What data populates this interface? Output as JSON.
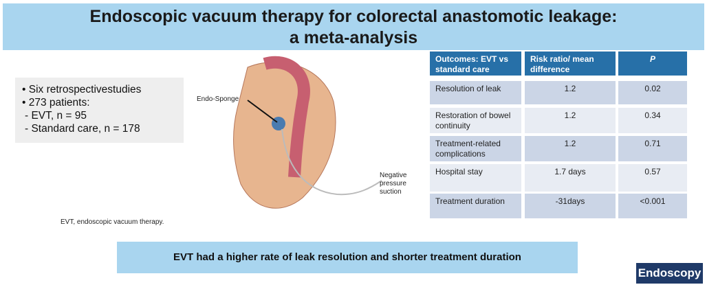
{
  "title": {
    "line1": "Endoscopic vacuum therapy for colorectal anastomotic leakage:",
    "line2": "a meta-analysis"
  },
  "facts": [
    "• Six retrospectivestudies",
    "• 273 patients:",
    "  - EVT, n = 95",
    "  - Standard care, n = 178"
  ],
  "illustration": {
    "sponge_label": "Endo-Sponge",
    "suction_label": [
      "Negative",
      "pressure",
      "suction"
    ]
  },
  "table": {
    "headers": [
      "Outcomes: EVT vs standard care",
      "Risk ratio/ mean difference",
      "P"
    ],
    "rows": [
      [
        "Resolution of leak",
        "1.2",
        "0.02"
      ],
      [
        "Restoration of bowel continuity",
        "1.2",
        "0.34"
      ],
      [
        "Treatment-related complications",
        "1.2",
        "0.71"
      ],
      [
        "Hospital stay",
        "1.7 days",
        "0.57"
      ],
      [
        "Treatment duration",
        "-31days",
        "<0.001"
      ]
    ]
  },
  "caption": "EVT, endoscopic vacuum therapy.",
  "conclusion": "EVT had a higher rate of leak resolution and shorter treatment duration",
  "logo": "Endoscopy"
}
